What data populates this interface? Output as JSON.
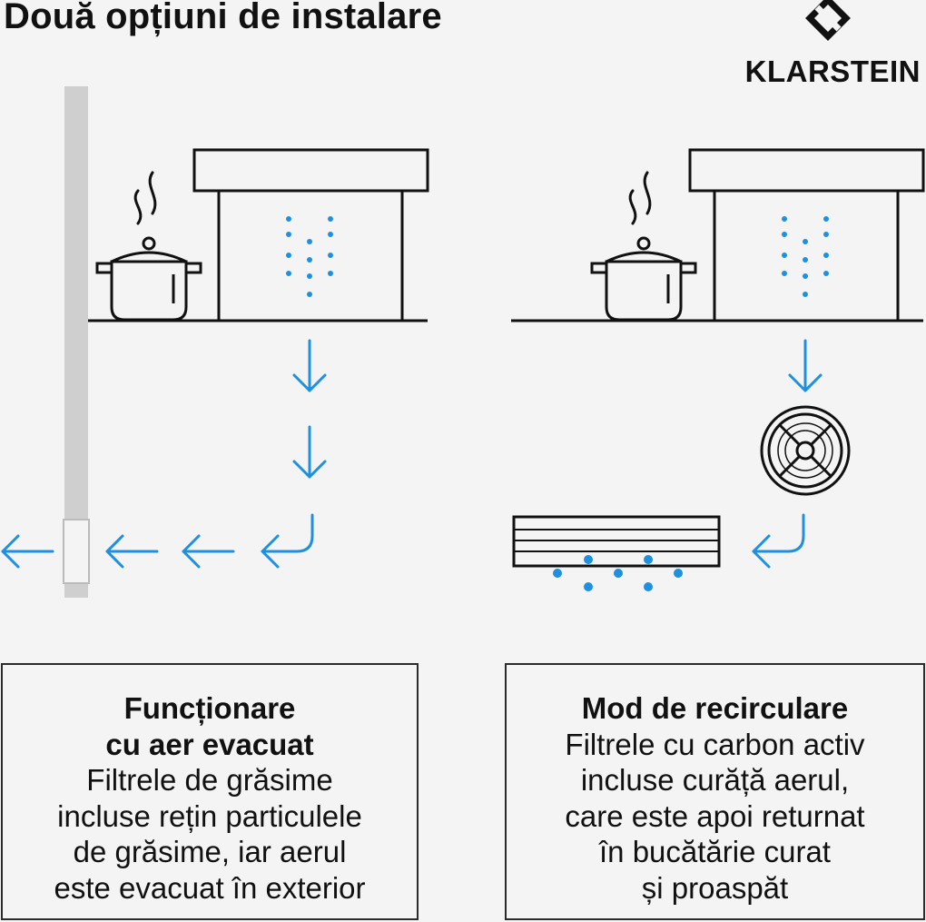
{
  "header": {
    "title": "Două opțiuni de instalare",
    "brand": "KLARSTEIN"
  },
  "colors": {
    "accent": "#1e90e0",
    "line": "#111111",
    "duct": "#cfcfcf",
    "background": "#f4f4f4"
  },
  "icons": [
    "klarstein-logo-icon",
    "cooking-pot-icon",
    "steam-icon",
    "range-hood-icon",
    "arrow-down-icon",
    "arrow-left-icon",
    "arrow-curve-left-icon",
    "exhaust-duct-icon",
    "carbon-filter-icon",
    "air-vent-icon"
  ],
  "options": [
    {
      "title_lines": [
        "Funcționare",
        "cu aer evacuat"
      ],
      "body_lines": [
        "Filtrele de grăsime",
        "incluse rețin particulele",
        "de grăsime, iar aerul",
        "este evacuat în exterior"
      ]
    },
    {
      "title_lines": [
        "Mod de recirculare"
      ],
      "body_lines": [
        "Filtrele cu carbon activ",
        "incluse curăță aerul,",
        "care este apoi returnat",
        "în bucătărie curat",
        "și proaspăt"
      ]
    }
  ]
}
